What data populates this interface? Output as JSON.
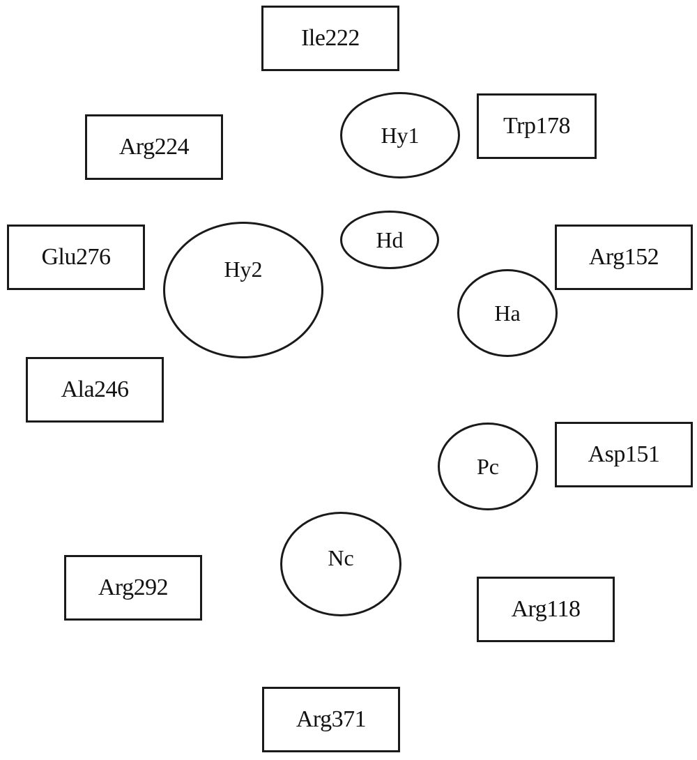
{
  "residues": [
    {
      "id": "ile222",
      "label": "Ile222"
    },
    {
      "id": "arg224",
      "label": "Arg224"
    },
    {
      "id": "trp178",
      "label": "Trp178"
    },
    {
      "id": "glu276",
      "label": "Glu276"
    },
    {
      "id": "arg152",
      "label": "Arg152"
    },
    {
      "id": "ala246",
      "label": "Ala246"
    },
    {
      "id": "asp151",
      "label": "Asp151"
    },
    {
      "id": "arg292",
      "label": "Arg292"
    },
    {
      "id": "arg118",
      "label": "Arg118"
    },
    {
      "id": "arg371",
      "label": "Arg371"
    }
  ],
  "features": [
    {
      "id": "hy1",
      "label": "Hy1"
    },
    {
      "id": "hd",
      "label": "Hd"
    },
    {
      "id": "hy2",
      "label": "Hy2"
    },
    {
      "id": "ha",
      "label": "Ha"
    },
    {
      "id": "pc",
      "label": "Pc"
    },
    {
      "id": "nc",
      "label": "Nc"
    }
  ]
}
